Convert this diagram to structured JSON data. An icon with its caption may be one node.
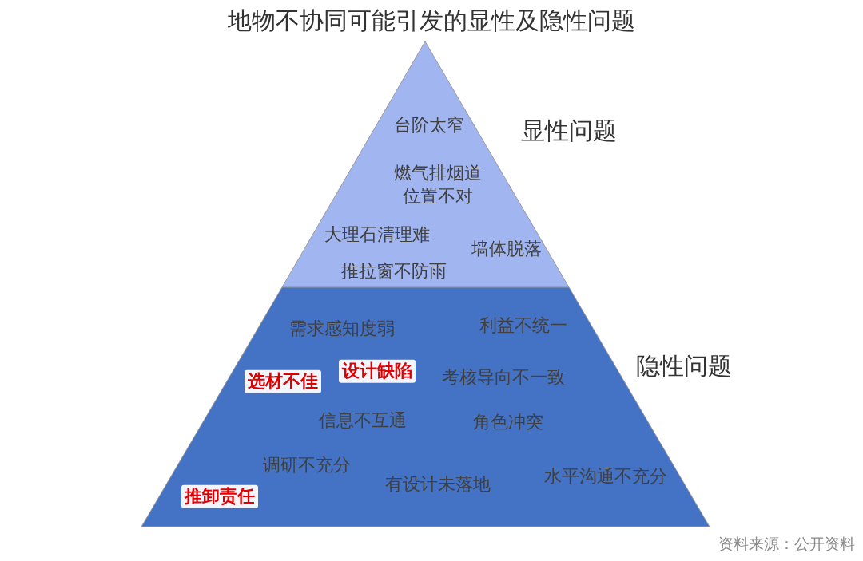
{
  "diagram": {
    "title": "地物不协同可能引发的显性及隐性问题",
    "caption": "资料来源：公开资料",
    "nodes": [
      {
        "text": [
          "显性问题",
          "台阶太窄",
          "燃气排烟道位置不对",
          "大理石清理难",
          "墙体脱落",
          "推拉窗不防雨"
        ]
      },
      {
        "text": [
          "隐性问题",
          "需求感知度弱",
          "利益不统一",
          "选材不佳",
          "设计缺陷",
          "考核导向不一致",
          "信息不互通",
          "角色冲突",
          "调研不充分",
          "有设计未落地",
          "水平沟通不充分",
          "推卸责任"
        ]
      }
    ],
    "edges": []
  }
}
